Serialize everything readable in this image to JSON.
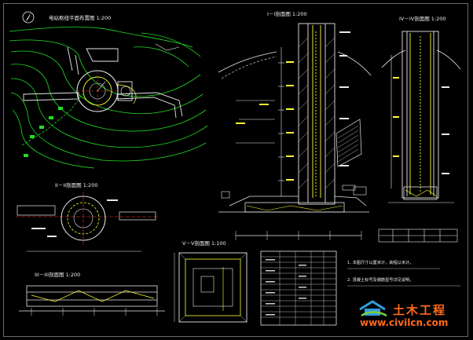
{
  "drawing": {
    "views": {
      "plan_title": "电站枢纽平面布置图 1:200",
      "section_1_title": "I－I剖面图 1:200",
      "section_4_title": "IV－IV剖面图 1:200",
      "section_2_title": "II－II剖面图 1:200",
      "section_3_title": "III－III剖面图 1:200",
      "section_5_title": "V－V剖面图 1:100"
    },
    "notes": {
      "line_1": "1. 本图尺寸以厘米计，高程以米计。",
      "line_2": "2. 混凝土标号及钢筋型号详见说明。"
    }
  },
  "watermark": {
    "title": "土木工程",
    "url": "www.civilcn.com"
  },
  "colors": {
    "background": "#000000",
    "line_white": "#e8e8e8",
    "line_yellow": "#ffff33",
    "line_green": "#22dd22",
    "line_cyan": "#33ffff",
    "line_red": "#ff3333",
    "watermark": "#ff6a1a"
  }
}
